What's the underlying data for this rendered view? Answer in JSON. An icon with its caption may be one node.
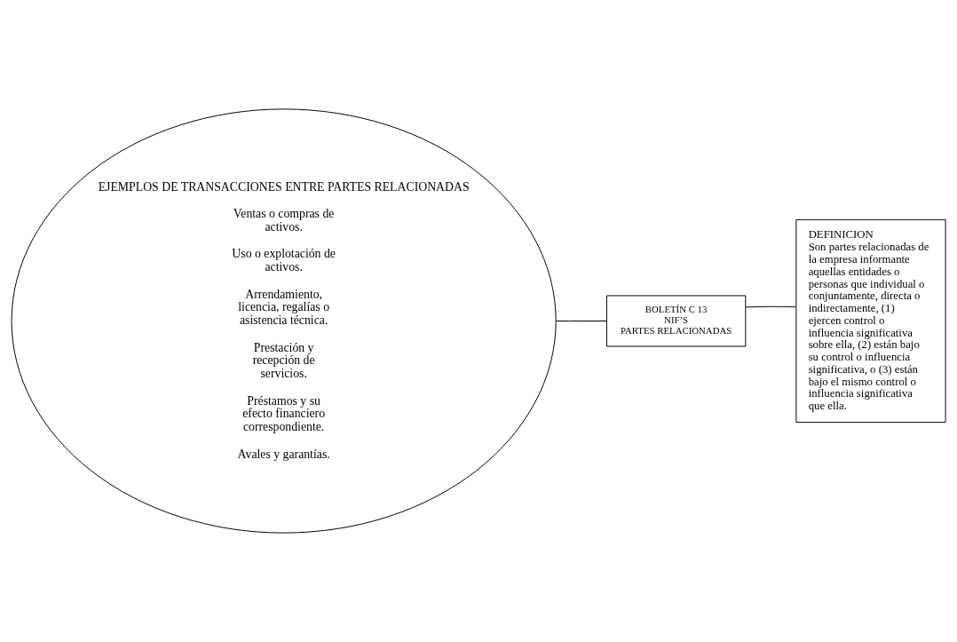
{
  "diagram": {
    "nodes": [
      {
        "text": [
          "EJEMPLOS DE TRANSACCIONES ENTRE PARTES RELACIONADAS",
          "Ventas o compras de activos.",
          "Uso o explotación de activos.",
          "Arrendamiento, licencia, regalías o asistencia técnica.",
          "Prestación y recepción de servicios.",
          "Préstamos y su efecto financiero correspondiente.",
          "Avales y garantías."
        ]
      },
      {
        "text": [
          "BOLETÍN C 13",
          "NIF’S",
          "PARTES RELACIONADAS"
        ]
      },
      {
        "text": [
          "DEFINICION",
          "Son partes relacionadas de la empresa informante aquellas entidades o personas que individual o conjuntamente, directa o indirectamente, (1) ejercen control o influencia significativa sobre ella, (2) están bajo su control o influencia significativa, o (3) están bajo el mismo control o influencia significativa que ella."
        ]
      }
    ],
    "edges": [
      {
        "from": 0,
        "to": 1,
        "arrow": "none"
      },
      {
        "from": 2,
        "to": 1,
        "arrow": "none"
      }
    ]
  }
}
